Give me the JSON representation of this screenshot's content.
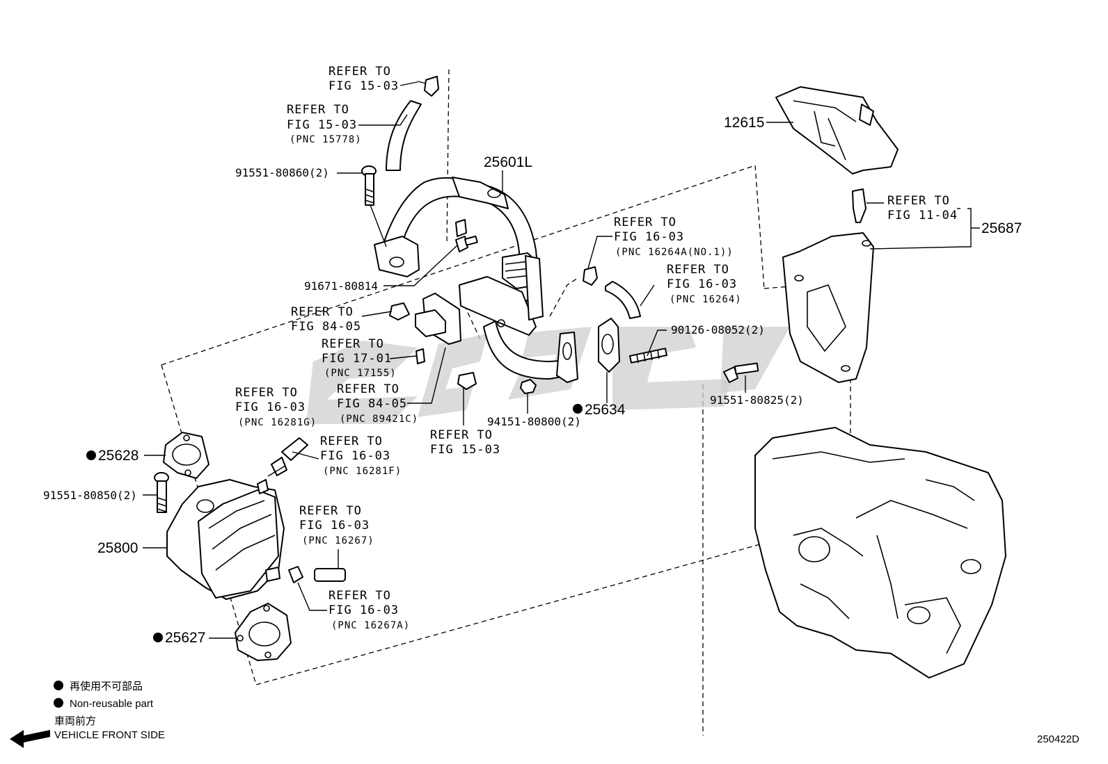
{
  "diagram": {
    "refer_to": "REFER TO",
    "refs": {
      "fig_15_03": "FIG 15-03",
      "fig_16_03": "FIG 16-03",
      "fig_84_05": "FIG 84-05",
      "fig_17_01": "FIG 17-01",
      "fig_11_04": "FIG 11-04"
    },
    "pnc": {
      "p15778": "(PNC 15778)",
      "p16264a": "(PNC 16264A(NO.1))",
      "p16264": "(PNC 16264)",
      "p17155": "(PNC 17155)",
      "p89421c": "(PNC 89421C)",
      "p16281g": "(PNC 16281G)",
      "p16281f": "(PNC 16281F)",
      "p16267": "(PNC 16267)",
      "p16267a": "(PNC 16267A)"
    },
    "parts": {
      "b91551_80860": "91551-80860(2)",
      "b91671_80814": "91671-80814",
      "p25601l": "25601L",
      "p12615": "12615",
      "p25687": "25687",
      "s90126_08052": "90126-08052(2)",
      "n94151_80800": "94151-80800(2)",
      "p25634": "25634",
      "b91551_80825": "91551-80825(2)",
      "p25628": "25628",
      "b91551_80850": "91551-80850(2)",
      "p25800": "25800",
      "p25627": "25627"
    },
    "legend": {
      "jp_nonreusable": "再使用不可部品",
      "en_nonreusable": "Non-reusable part",
      "jp_front": "車両前方",
      "en_front": "VEHICLE FRONT SIDE"
    },
    "figure_code": "250422D"
  }
}
